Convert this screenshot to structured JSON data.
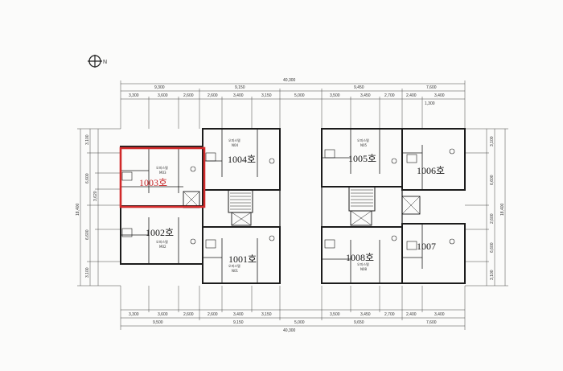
{
  "north_label": "N",
  "units": {
    "u1001": "1001호",
    "u1002": "1002호",
    "u1003": "1003호",
    "u1004": "1004호",
    "u1005": "1005호",
    "u1006": "1006호",
    "u1007": "1007",
    "u1008": "1008호"
  },
  "dims_top": {
    "total": "40,300",
    "left_main": "9,300",
    "left_mid": "9,150",
    "gap": "5,000",
    "right_main": "9,450",
    "right_end": "7,600",
    "seg": [
      "3,300",
      "3,600",
      "2,600",
      "2,600",
      "3,400",
      "3,150",
      "3,500",
      "3,450",
      "2,700",
      "2,400",
      "3,400"
    ],
    "sub": "1,300"
  },
  "dims_bottom": {
    "seg": [
      "3,300",
      "3,600",
      "2,600",
      "2,600",
      "3,400",
      "3,150",
      "3,500",
      "3,450",
      "2,700",
      "2,400",
      "3,400"
    ],
    "left_main": "9,500",
    "left_mid": "9,150",
    "gap": "5,000",
    "right_main": "9,650",
    "right_end": "7,600",
    "total": "40,300"
  },
  "dims_left": {
    "total": "18,400",
    "seg": [
      "3,100",
      "6,600",
      "3,620",
      "6,600",
      "3,100"
    ]
  },
  "dims_right": {
    "total": "18,400",
    "seg": [
      "3,100",
      "6,600",
      "2,600",
      "6,600",
      "3,100"
    ]
  },
  "room_labels": [
    "오피스텔",
    "M03",
    "오피스텔",
    "M02",
    "오피스텔",
    "N04",
    "오피스텔",
    "N01",
    "오피스텔",
    "N05",
    "오피스텔",
    "N08"
  ]
}
